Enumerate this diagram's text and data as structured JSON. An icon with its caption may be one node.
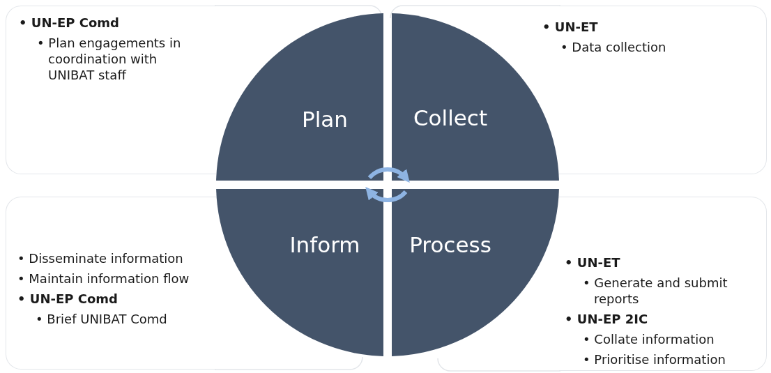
{
  "diagram": {
    "nodes": [
      {
        "text": [
          "• UN-EP Comd",
          "• Plan engagements in coordination with UNIBAT staff"
        ]
      },
      {
        "text": [
          "• UN-ET",
          "• Data collection"
        ]
      },
      {
        "text": [
          "• Disseminate information",
          "• Maintain information flow",
          "• UN-EP Comd",
          "• Brief UNIBAT Comd"
        ]
      },
      {
        "text": [
          "• UN-ET",
          "• Generate and submit reports",
          "• UN-EP 2IC",
          "• Collate information",
          "• Prioritise information"
        ]
      },
      {
        "text": [
          "Plan"
        ]
      },
      {
        "text": [
          "Collect"
        ]
      },
      {
        "text": [
          "Inform"
        ]
      },
      {
        "text": [
          "Process"
        ]
      }
    ],
    "edges": [
      {
        "from": 4,
        "to": 5,
        "arrow": "to"
      },
      {
        "from": 7,
        "to": 6,
        "arrow": "to"
      }
    ]
  }
}
